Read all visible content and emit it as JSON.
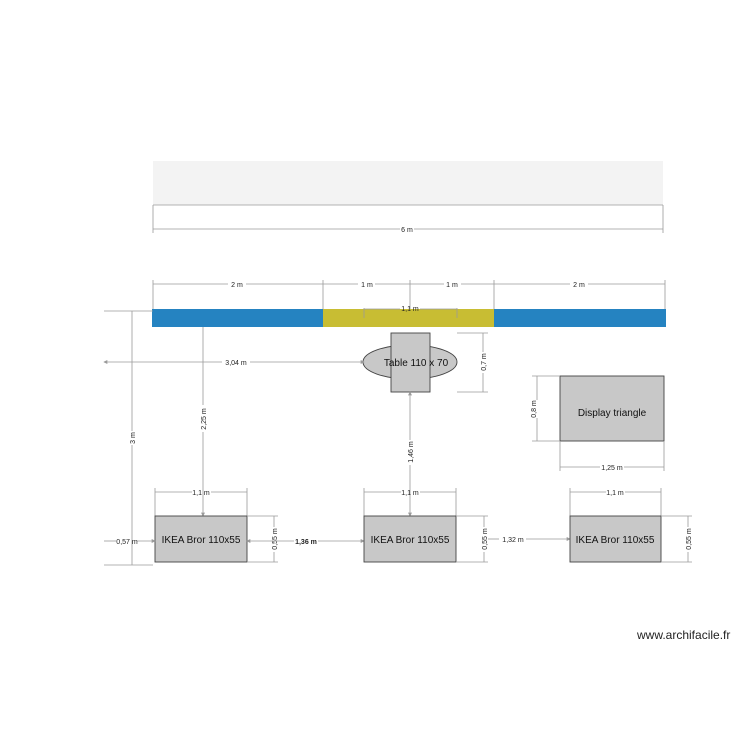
{
  "plan": {
    "wall": {
      "color": "#f3f3f3"
    },
    "stand": {
      "color_blue": "#2583c1",
      "color_yellow": "#c8bd33"
    },
    "furniture": {
      "table": "Table 110 x 70",
      "display": "Display triangle",
      "desk_left": "IKEA Bror 110x55",
      "desk_center": "IKEA Bror 110x55",
      "desk_right": "IKEA Bror 110x55"
    },
    "dimensions": {
      "overall_width": "6 m",
      "seg_left": "2 m",
      "seg_mid_left": "1 m",
      "seg_mid_right": "1 m",
      "seg_right": "2 m",
      "table_width": "1,1 m",
      "table_depth": "0,7 m",
      "table_offset": "3,04 m",
      "left_height": "3 m",
      "to_left_desk": "2,25 m",
      "to_center_desk": "1,46 m",
      "display_depth": "0,8 m",
      "display_width": "1,25 m",
      "desk_left_width": "1,1 m",
      "desk_center_width": "1,1 m",
      "desk_right_width": "1,1 m",
      "desk_left_depth": "0,55 m",
      "desk_center_depth": "0,55 m",
      "desk_right_depth": "0,55 m",
      "left_margin": "0,57 m",
      "gap_left_center": "1,36 m",
      "gap_center_right": "1,32 m"
    },
    "watermark": "www.archifacile.fr"
  }
}
